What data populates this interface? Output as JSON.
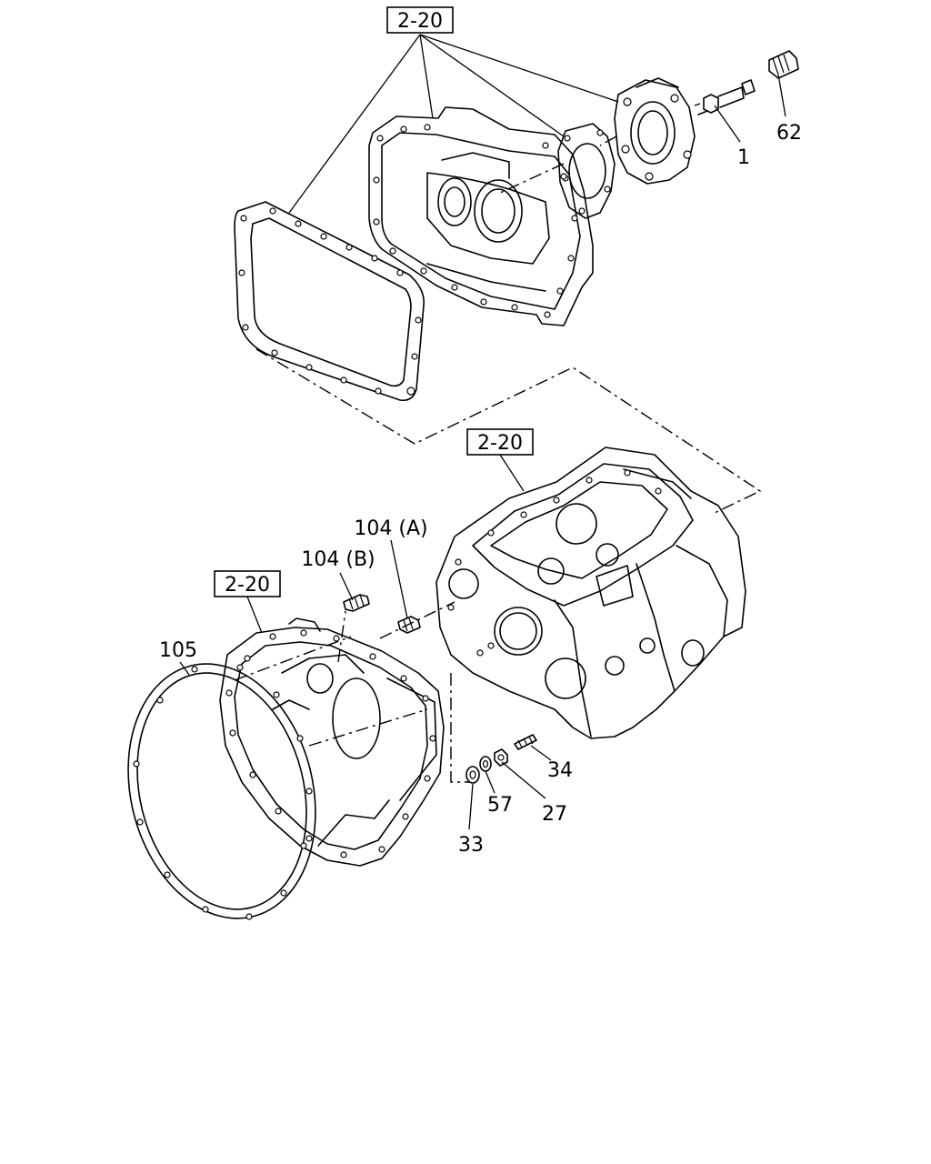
{
  "callouts": {
    "ref_top": "2-20",
    "ref_middle": "2-20",
    "ref_left": "2-20",
    "part_1": "1",
    "part_62": "62",
    "part_104a": "104 (A)",
    "part_104b": "104 (B)",
    "part_105": "105",
    "part_34": "34",
    "part_57": "57",
    "part_27": "27",
    "part_33": "33"
  }
}
